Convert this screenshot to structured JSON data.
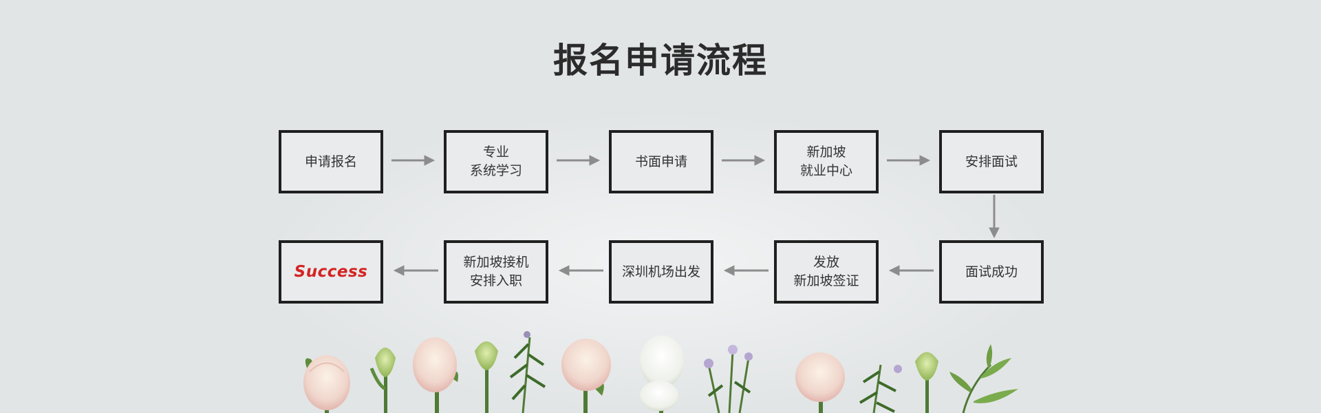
{
  "title": "报名申请流程",
  "steps": [
    {
      "lines": [
        "申请报名"
      ]
    },
    {
      "lines": [
        "专业",
        "系统学习"
      ]
    },
    {
      "lines": [
        "书面申请"
      ]
    },
    {
      "lines": [
        "新加坡",
        "就业中心"
      ]
    },
    {
      "lines": [
        "安排面试"
      ]
    },
    {
      "lines": [
        "面试成功"
      ]
    },
    {
      "lines": [
        "发放",
        "新加坡签证"
      ]
    },
    {
      "lines": [
        "深圳机场出发"
      ]
    },
    {
      "lines": [
        "新加坡接机",
        "安排入职"
      ]
    },
    {
      "lines": [
        "Success"
      ]
    }
  ],
  "colors": {
    "background": "#e2e5e6",
    "box_border": "#1f1f1f",
    "arrow": "#8c8c8c",
    "success": "#d42424"
  }
}
